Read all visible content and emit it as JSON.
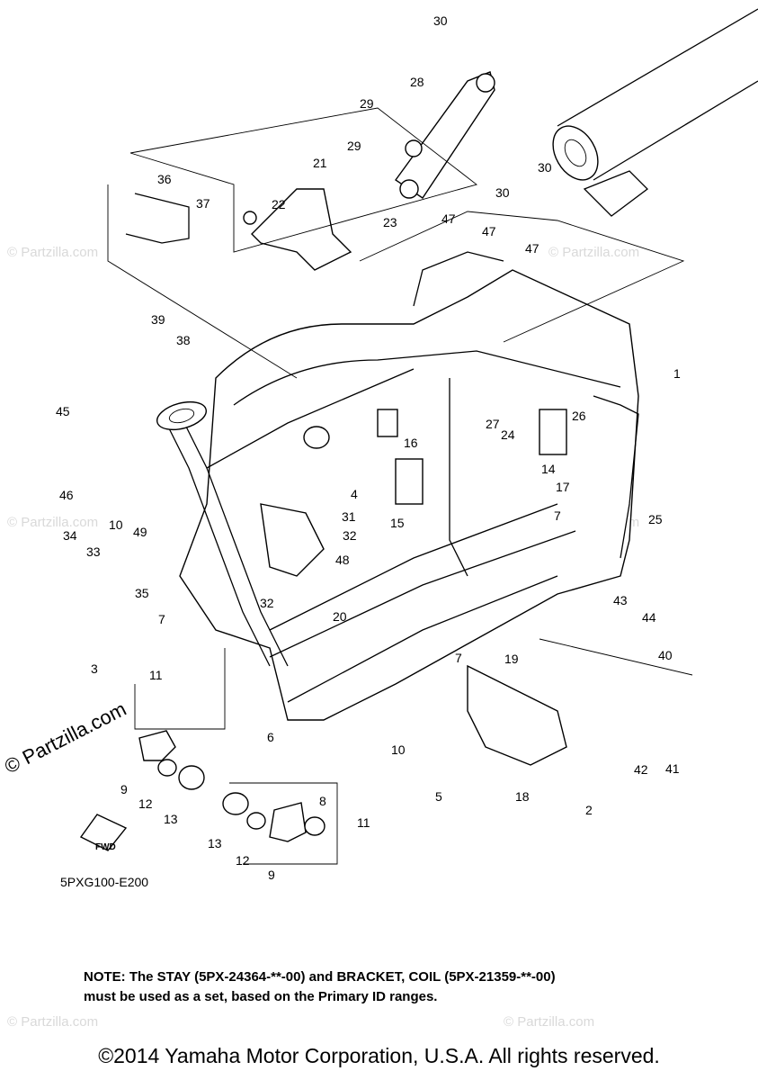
{
  "diagram_code": "5PXG100-E200",
  "fwd_label": "FWD",
  "watermark_main": "© Partzilla.com",
  "watermark_faint": "© Partzilla.com",
  "note": {
    "line1": "NOTE: The STAY (5PX-24364-**-00) and BRACKET, COIL (5PX-21359-**-00)",
    "line2": "must be used as a set, based on the Primary ID ranges."
  },
  "copyright": "©2014 Yamaha Motor Corporation, U.S.A. All rights reserved.",
  "callouts": [
    "30",
    "28",
    "29",
    "29",
    "21",
    "22",
    "23",
    "30",
    "30",
    "36",
    "37",
    "47",
    "47",
    "47",
    "39",
    "38",
    "1",
    "45",
    "27",
    "24",
    "26",
    "16",
    "14",
    "4",
    "17",
    "46",
    "15",
    "7",
    "10",
    "49",
    "31",
    "34",
    "33",
    "32",
    "25",
    "48",
    "32",
    "35",
    "7",
    "43",
    "20",
    "44",
    "3",
    "11",
    "7",
    "19",
    "40",
    "6",
    "10",
    "5",
    "18",
    "2",
    "42",
    "41",
    "9",
    "12",
    "13",
    "8",
    "13",
    "12",
    "11",
    "9"
  ]
}
